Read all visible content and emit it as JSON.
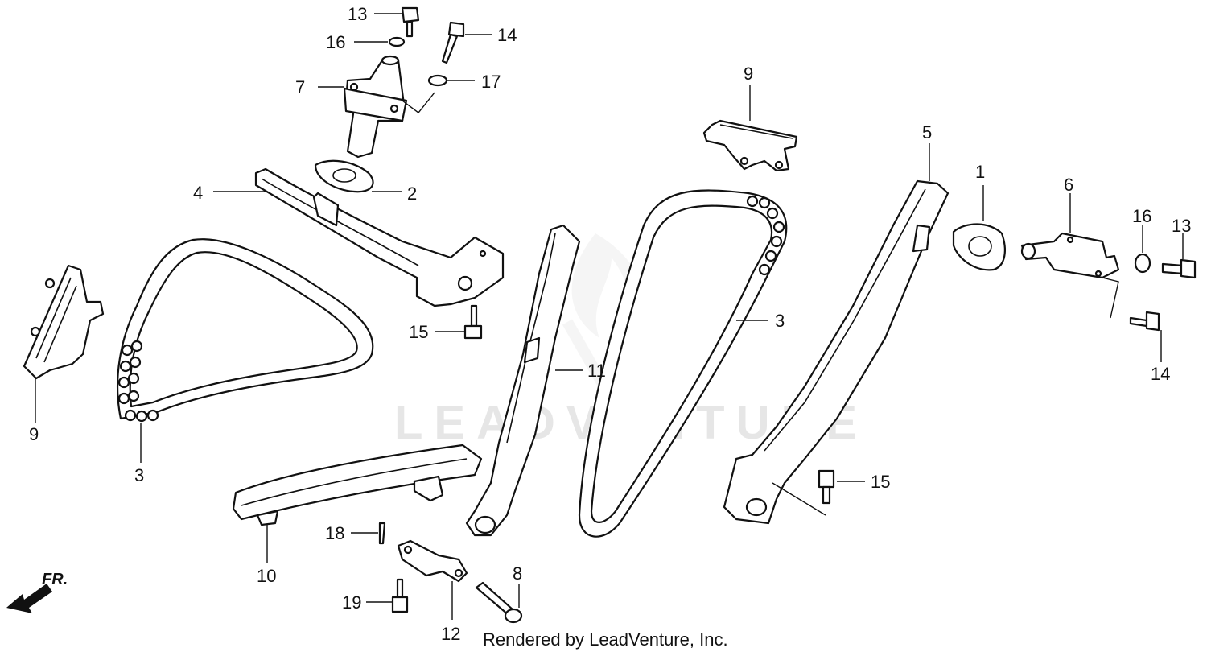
{
  "watermark": "LEADVENTURE",
  "footer": "Rendered by LeadVenture, Inc.",
  "front_indicator": "FR.",
  "callouts": {
    "c1": "1",
    "c2": "2",
    "c3a": "3",
    "c3b": "3",
    "c4": "4",
    "c5": "5",
    "c6": "6",
    "c7": "7",
    "c8": "8",
    "c9a": "9",
    "c9b": "9",
    "c10": "10",
    "c11": "11",
    "c12": "12",
    "c13a": "13",
    "c13b": "13",
    "c14a": "14",
    "c14b": "14",
    "c15a": "15",
    "c15b": "15",
    "c16a": "16",
    "c16b": "16",
    "c17": "17",
    "c18": "18",
    "c19": "19"
  }
}
